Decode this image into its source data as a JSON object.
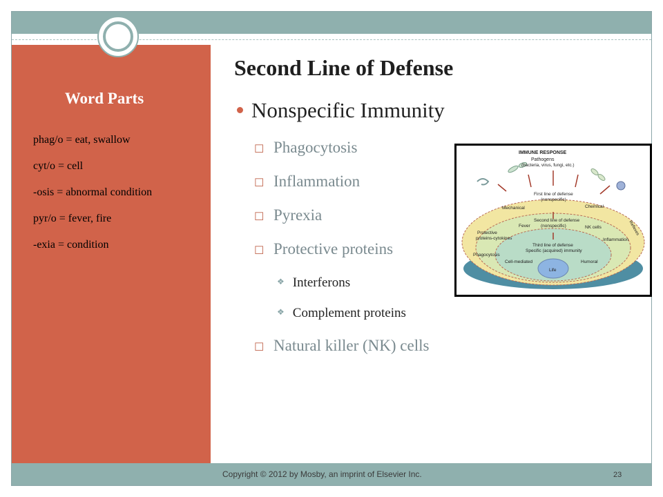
{
  "sidebar": {
    "title": "Word Parts",
    "items": [
      "phag/o = eat, swallow",
      "cyt/o = cell",
      "-osis = abnormal condition",
      "pyr/o = fever, fire",
      "-exia = condition"
    ]
  },
  "main": {
    "title": "Second Line of Defense",
    "bullet": "Nonspecific Immunity",
    "subitems": [
      "Phagocytosis",
      "Inflammation",
      "Pyrexia",
      "Protective proteins",
      "Natural killer (NK) cells"
    ],
    "subsubitems": [
      "Interferons",
      "Complement proteins"
    ]
  },
  "figure": {
    "title": "IMMUNE RESPONSE",
    "pathogens_line1": "Pathogens",
    "pathogens_line2": "(bacteria, virus, fungi, etc.)",
    "first_line1": "First line of defense",
    "first_line2": "(nonspecific)",
    "mechanical": "Mechanical",
    "chemical": "Chemical",
    "reflexes": "Reflexes",
    "fever": "Fever",
    "second_line1": "Second line of defense",
    "second_line2": "(nonspecific)",
    "nk_cells": "NK cells",
    "protective1": "Protective",
    "protective2": "proteins-cytokines",
    "inflammation": "Inflammation",
    "third_line1": "Third line of defense",
    "third_line2": "Specific (acquired) immunity",
    "phagocytosis": "Phagocytosis",
    "cell_mediated": "Cell-mediated",
    "humoral": "Humoral",
    "life": "Life"
  },
  "footer": {
    "copyright": "Copyright © 2012 by Mosby, an imprint of Elsevier Inc.",
    "page": "23"
  },
  "colors": {
    "accent": "#d1634a",
    "bar": "#8fb0ae"
  },
  "icons": {
    "sub_bullet": "checkbox-bullet-icon",
    "subsub_bullet": "cross-bullet-icon"
  }
}
